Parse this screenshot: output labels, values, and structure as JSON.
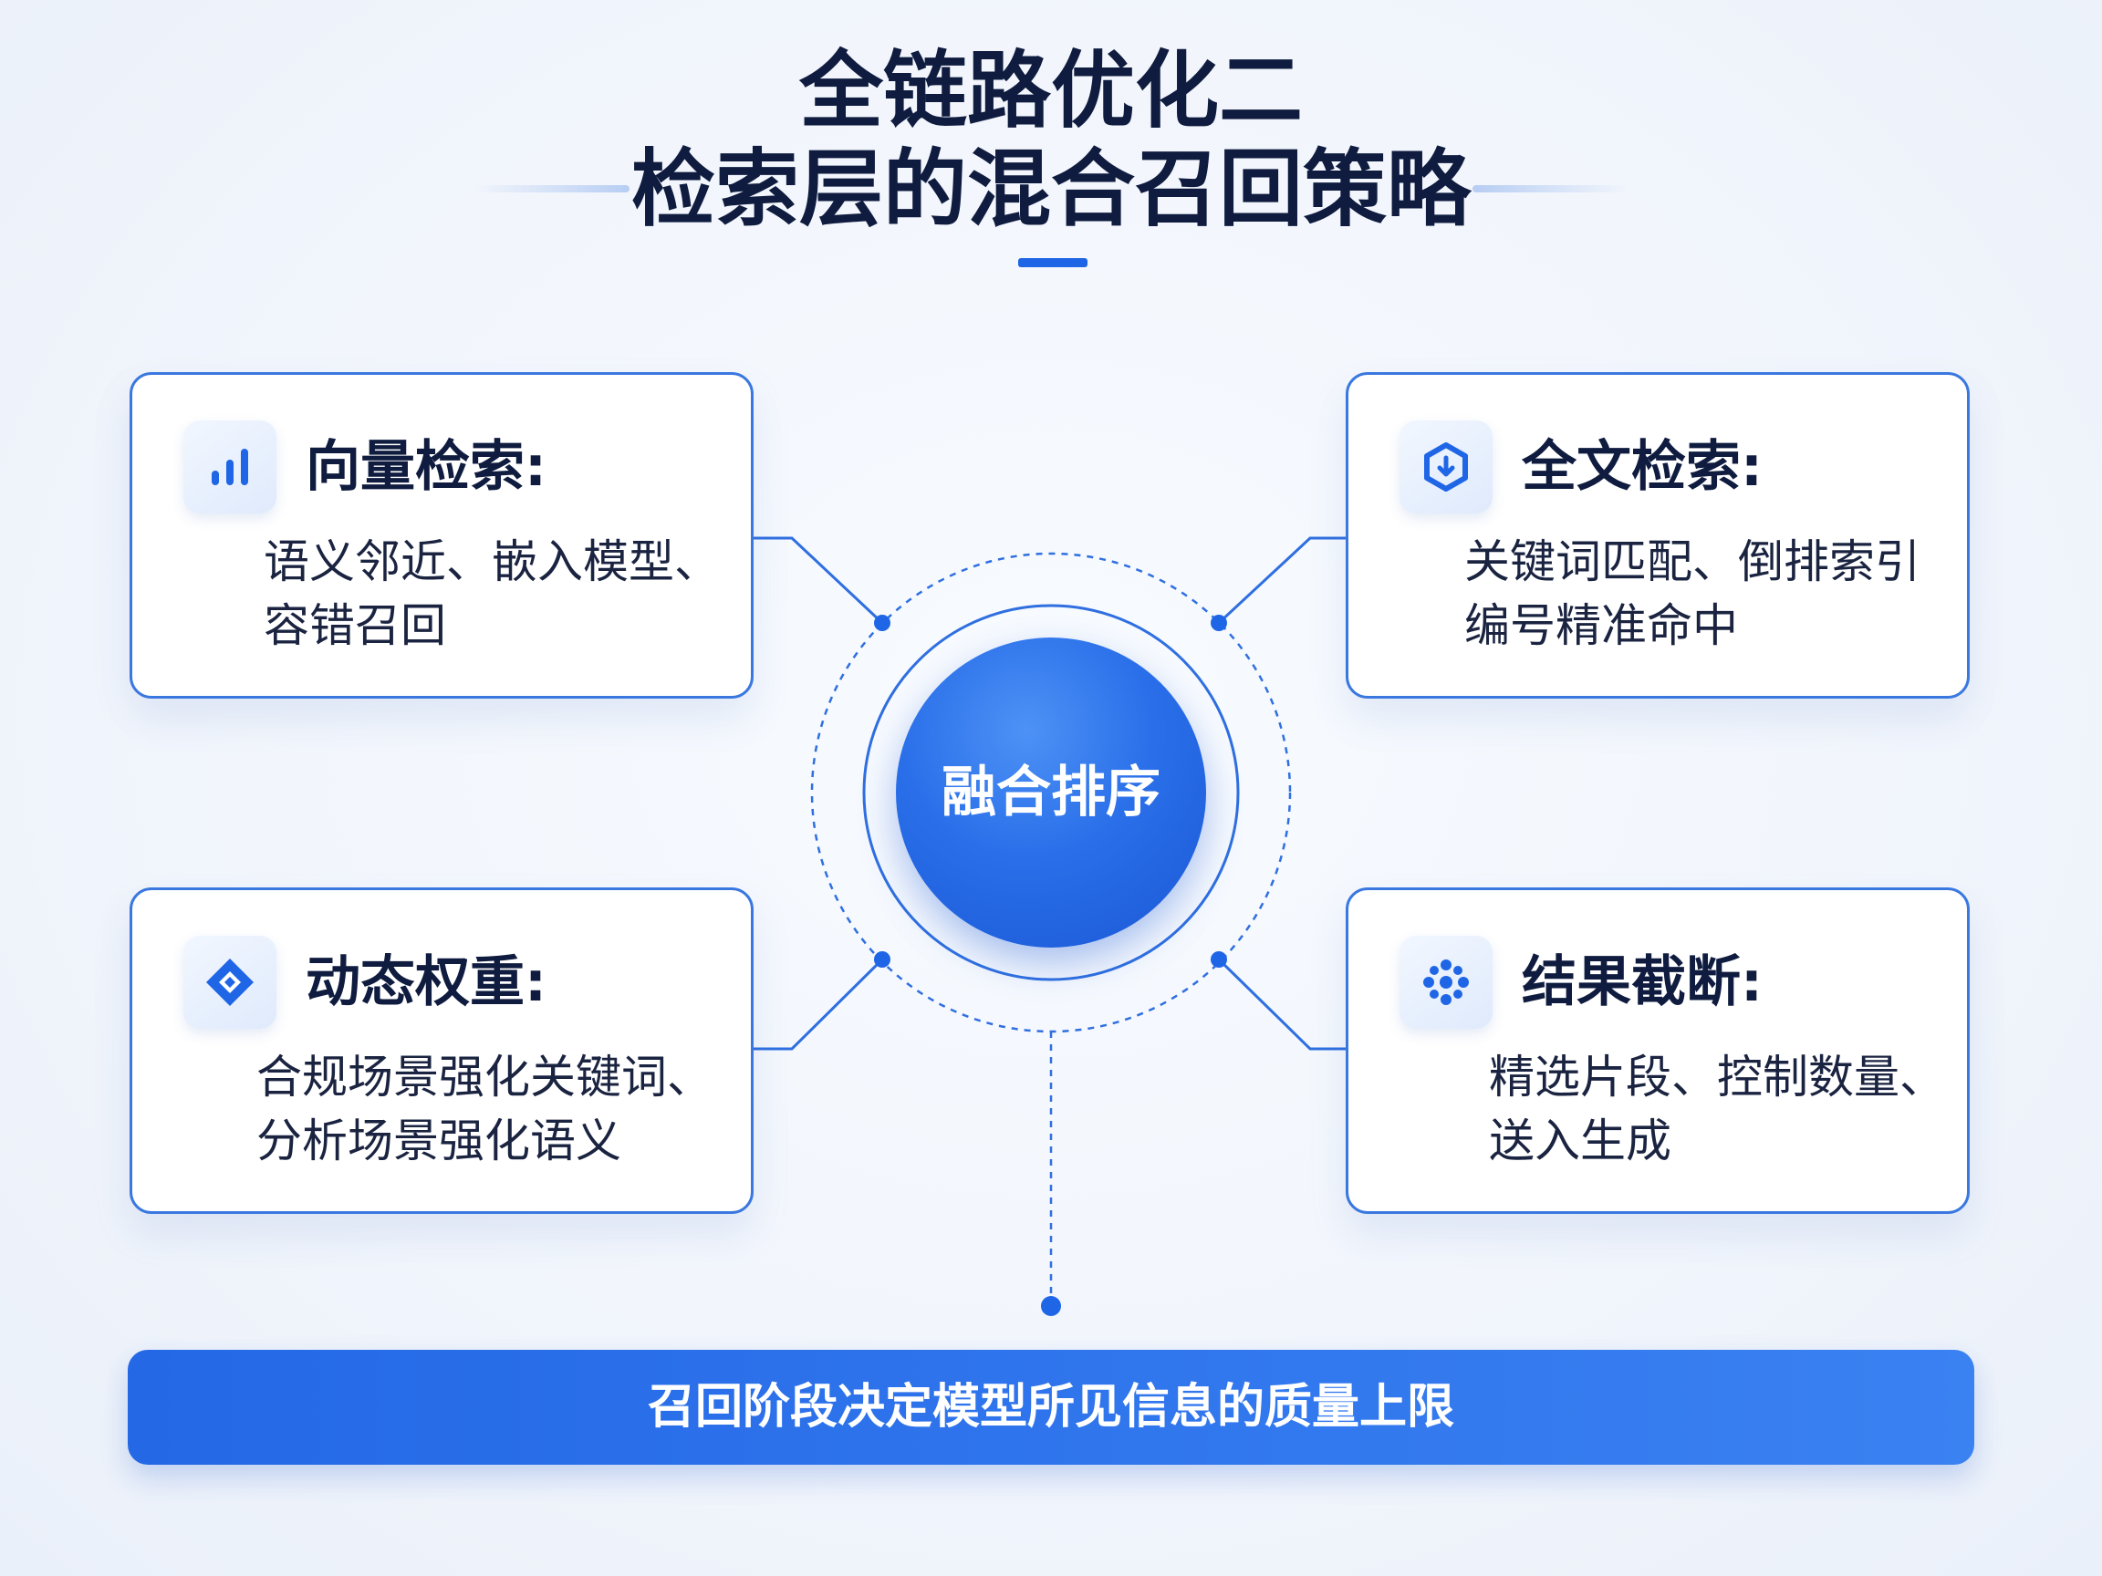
{
  "title": {
    "line1": "全链路优化二",
    "line2": "检索层的混合召回策略"
  },
  "center": {
    "label": "融合排序"
  },
  "cards": {
    "vector": {
      "icon": "bar-chart-icon",
      "title": "向量检索:",
      "body_line1": "语义邻近、嵌入模型、",
      "body_line2": "容错召回"
    },
    "fulltext": {
      "icon": "shield-download-icon",
      "title": "全文检索:",
      "body_line1": "关键词匹配、倒排索引",
      "body_line2": "编号精准命中"
    },
    "weight": {
      "icon": "diamond-icon",
      "title": "动态权重:",
      "body_line1": "合规场景强化关键词、",
      "body_line2": "分析场景强化语义"
    },
    "truncate": {
      "icon": "dots-cluster-icon",
      "title": "结果截断:",
      "body_line1": "精选片段、控制数量、",
      "body_line2": "送入生成"
    }
  },
  "bottom": {
    "label": "召回阶段决定模型所见信息的质量上限"
  },
  "colors": {
    "accent": "#1f66e6",
    "title_text": "#0f1c3f",
    "card_border": "#3a78e0",
    "line": "#2f6fe0"
  }
}
